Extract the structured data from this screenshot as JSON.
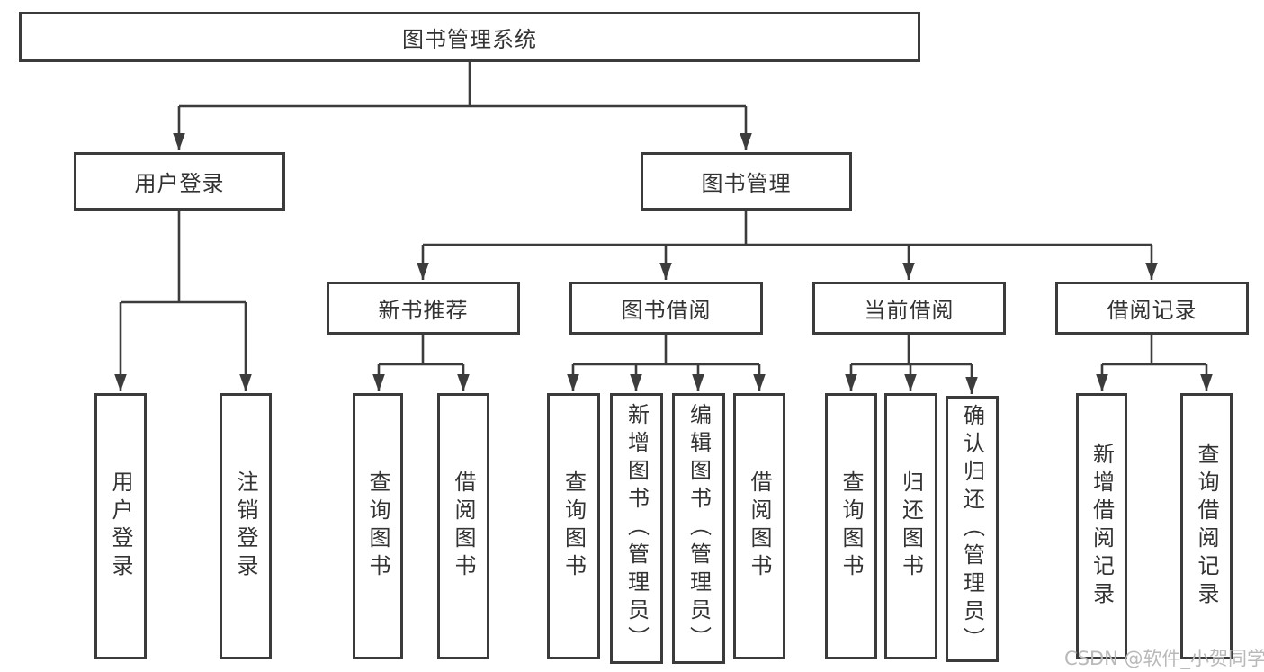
{
  "diagram": {
    "type": "hierarchy-tree",
    "nodes": {
      "root": "图书管理系统",
      "level2": [
        "用户登录",
        "图书管理"
      ],
      "level3": [
        "新书推荐",
        "图书借阅",
        "当前借阅",
        "借阅记录"
      ],
      "leaves": {
        "user_login": [
          "用户登录",
          "注销登录"
        ],
        "new_book_recommend": [
          "查询图书",
          "借阅图书"
        ],
        "book_borrowing": [
          "查询图书",
          "新增图书（管理员）",
          "编辑图书（管理员）",
          "借阅图书"
        ],
        "current_borrowing": [
          "查询图书",
          "归还图书",
          "确认归还（管理员）"
        ],
        "borrowing_records": [
          "新增借阅记录",
          "查询借阅记录"
        ]
      }
    },
    "colors": {
      "line": "#3c3c3c",
      "box_border": "#3b3b3b",
      "text": "#333333",
      "background": "#ffffff",
      "watermark_text": "#b9b9b9"
    }
  },
  "watermark": "CSDN @软件_小贺同学"
}
